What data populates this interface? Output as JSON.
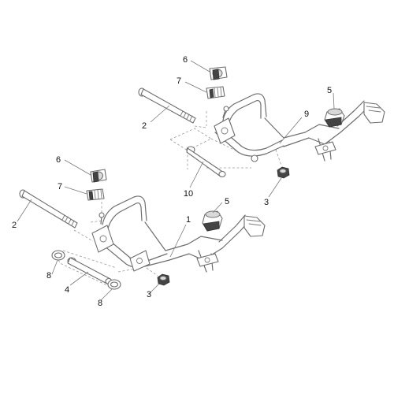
{
  "callouts": [
    {
      "id": "c6a",
      "label": "6"
    },
    {
      "id": "c7a",
      "label": "7"
    },
    {
      "id": "c5a",
      "label": "5"
    },
    {
      "id": "c9",
      "label": "9"
    },
    {
      "id": "c2a",
      "label": "2"
    },
    {
      "id": "c10",
      "label": "10"
    },
    {
      "id": "c3a",
      "label": "3"
    },
    {
      "id": "c6b",
      "label": "6"
    },
    {
      "id": "c7b",
      "label": "7"
    },
    {
      "id": "c5b",
      "label": "5"
    },
    {
      "id": "c2b",
      "label": "2"
    },
    {
      "id": "c1",
      "label": "1"
    },
    {
      "id": "c8a",
      "label": "8"
    },
    {
      "id": "c4",
      "label": "4"
    },
    {
      "id": "c8b",
      "label": "8"
    },
    {
      "id": "c3b",
      "label": "3"
    }
  ]
}
